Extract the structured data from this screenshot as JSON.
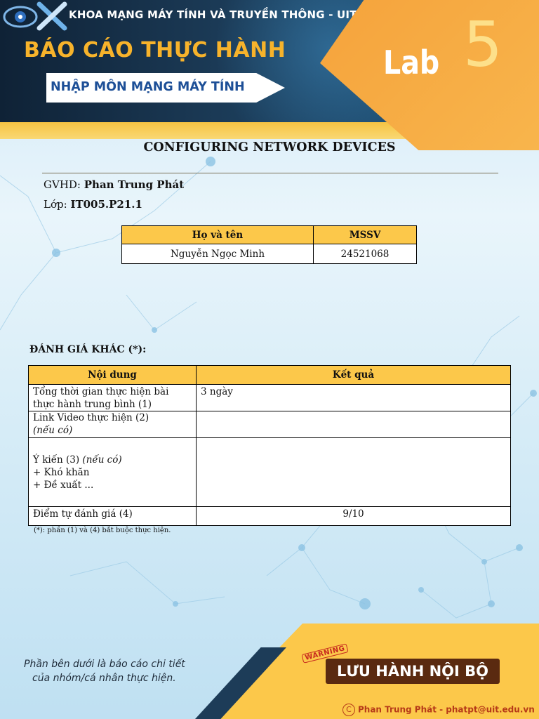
{
  "header": {
    "faculty": "KHOA MẠNG MÁY TÍNH VÀ TRUYỀN THÔNG - UIT",
    "report_title": "BÁO CÁO THỰC HÀNH",
    "subject": "NHẬP MÔN MẠNG MÁY TÍNH",
    "lab_label": "Lab",
    "lab_number": "5"
  },
  "document": {
    "title": "CONFIGURING NETWORK DEVICES",
    "instructor_label": "GVHD:",
    "instructor_name": "Phan Trung Phát",
    "class_label": "Lớp:",
    "class_code": "IT005.P21.1"
  },
  "members_table": {
    "headers": [
      "Họ và tên",
      "MSSV"
    ],
    "rows": [
      [
        "Nguyễn Ngọc Minh",
        "24521068"
      ]
    ]
  },
  "evaluation": {
    "heading": "ĐÁNH GIÁ KHÁC (*):",
    "headers": [
      "Nội dung",
      "Kết quả"
    ],
    "rows": {
      "total_time": {
        "label": "Tổng thời gian thực hiện bài thực hành trung bình (1)",
        "value": "3 ngày"
      },
      "video": {
        "label": "Link Video thực hiện (2)",
        "note": "(nếu có)",
        "value": ""
      },
      "opinion": {
        "label": "Ý kiến (3)",
        "note": "(nếu có)",
        "line2": "+ Khó khăn",
        "line3": "+ Đề xuất ...",
        "value": ""
      },
      "self_score": {
        "label": "Điểm tự đánh giá (4)",
        "value": "9/10"
      }
    },
    "footnote": "(*): phần (1) và (4) bắt buộc thực hiện."
  },
  "footer": {
    "note_line1": "Phần bên dưới là báo cáo chi tiết",
    "note_line2": "của nhóm/cá nhân thực hiện.",
    "warning": "WARNING",
    "internal": "LƯU HÀNH NỘI BỘ",
    "copyright_symbol": "C",
    "copyright": "Phan Trung Phát - phatpt@uit.edu.vn"
  },
  "colors": {
    "navy": "#0f2236",
    "orange": "#f5a33c",
    "yellow": "#fcc84a",
    "subject_blue": "#1d4f97",
    "badge_brown": "#5a2a10"
  }
}
